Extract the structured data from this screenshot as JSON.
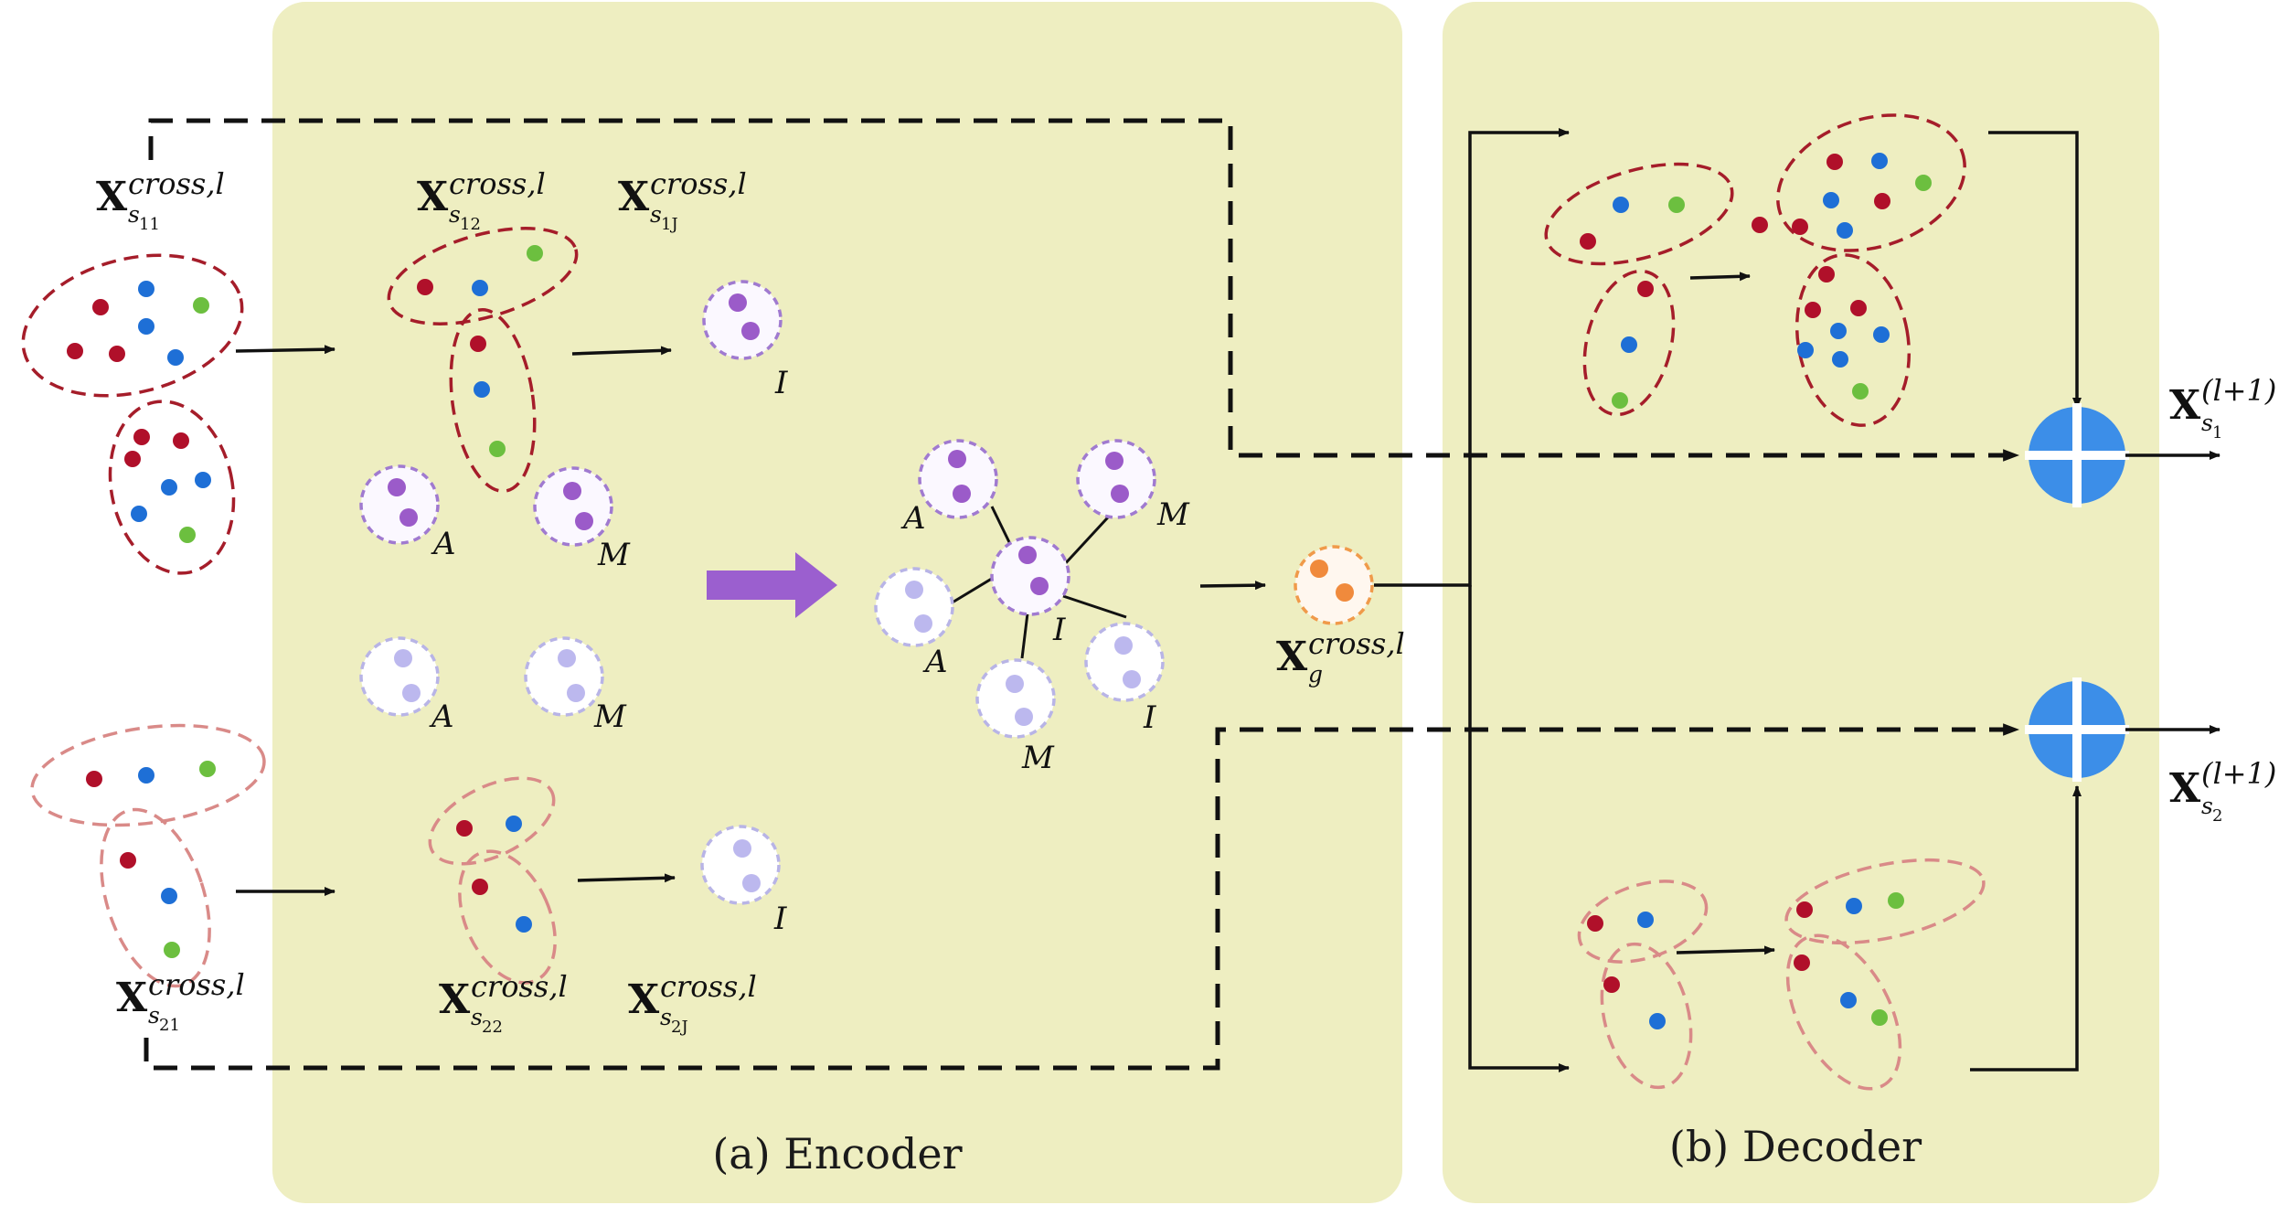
{
  "panels": {
    "encoder_caption": "(a) Encoder",
    "decoder_caption": "(b) Decoder"
  },
  "math": {
    "x_s11": {
      "base": "X",
      "sup": "cross,l",
      "sub": "s",
      "subsub": "11"
    },
    "x_s12": {
      "base": "X",
      "sup": "cross,l",
      "sub": "s",
      "subsub": "12"
    },
    "x_s1J": {
      "base": "X",
      "sup": "cross,l",
      "sub": "s",
      "subsub": "1J"
    },
    "x_s21": {
      "base": "X",
      "sup": "cross,l",
      "sub": "s",
      "subsub": "21"
    },
    "x_s22": {
      "base": "X",
      "sup": "cross,l",
      "sub": "s",
      "subsub": "22"
    },
    "x_s2J": {
      "base": "X",
      "sup": "cross,l",
      "sub": "s",
      "subsub": "2J"
    },
    "x_g": {
      "base": "X",
      "sup": "cross,l",
      "sub": "g",
      "subsub": ""
    },
    "out_s1": {
      "base": "X",
      "sup": "(l+1)",
      "sub": "s",
      "subsub": "1"
    },
    "out_s2": {
      "base": "X",
      "sup": "(l+1)",
      "sub": "s",
      "subsub": "2"
    }
  },
  "node_labels": {
    "I": "I",
    "A": "A",
    "M": "M"
  },
  "colors": {
    "panel_bg": "#eeeec1",
    "dot_red": "#b0102a",
    "dot_blue": "#1e6fd6",
    "dot_green": "#6cbf3f",
    "dot_purple": "#9b5bc9",
    "dot_lavender": "#bcb8ee",
    "dot_orange": "#f08a3c",
    "ellipse_dark_red": "#a51d2a",
    "ellipse_light_red": "#d98a88",
    "circle_purple": "#a07ad0",
    "circle_lavender": "#b8b4e6",
    "circle_orange": "#f09a4a",
    "plus_node": "#3c8ee8",
    "fat_arrow": "#9b5fcf"
  },
  "icons": {
    "fusion_node": "circled-plus-icon",
    "flow_arrow": "arrow-right-icon",
    "transform_arrow": "thick-arrow-right-icon"
  }
}
